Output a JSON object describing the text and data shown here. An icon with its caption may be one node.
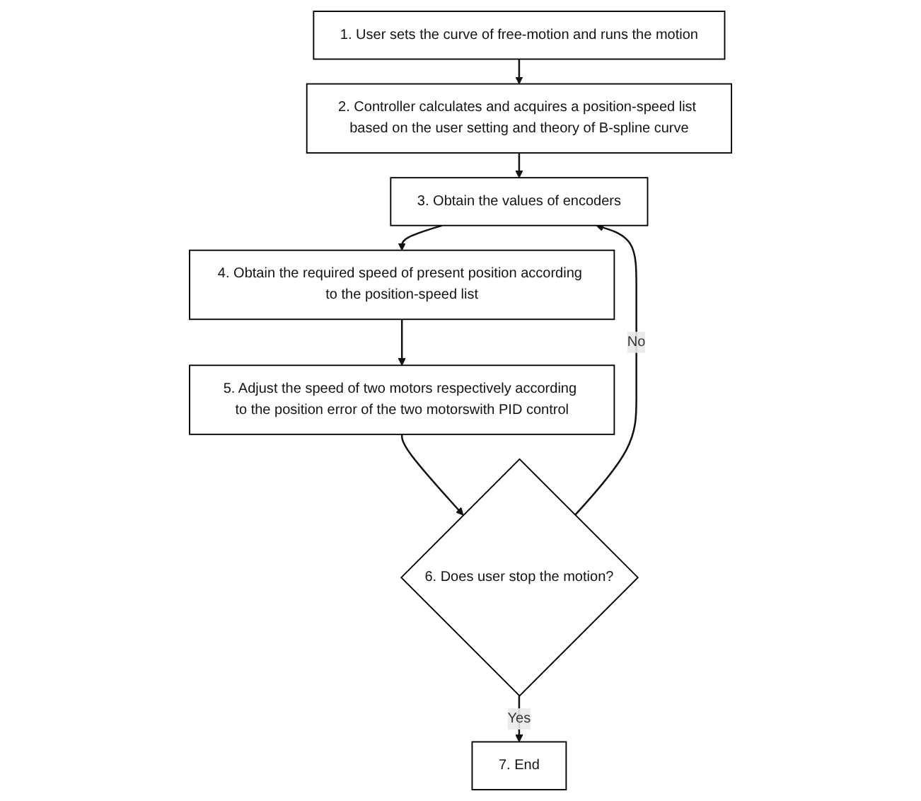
{
  "diagram": {
    "nodes": [
      {
        "text": [
          "1. User sets the curve of free-motion and runs the motion"
        ]
      },
      {
        "text": [
          "2. Controller calculates and acquires a position-speed list based on the user setting and theory of B-spline curve"
        ]
      },
      {
        "text": [
          "3. Obtain the values of encoders"
        ]
      },
      {
        "text": [
          "4. Obtain the required speed of present position according to the position-speed list"
        ]
      },
      {
        "text": [
          "5. Adjust the speed of two motors respectively according to the position error of the two motorswith PID control"
        ]
      },
      {
        "text": [
          "6. Does user stop the motion?"
        ]
      },
      {
        "text": [
          "7. End"
        ]
      }
    ],
    "edges": [
      {
        "from": 0,
        "to": 1,
        "arrow": "to"
      },
      {
        "from": 1,
        "to": 2,
        "arrow": "to"
      },
      {
        "from": 2,
        "to": 3,
        "arrow": "to"
      },
      {
        "from": 3,
        "to": 4,
        "arrow": "to"
      },
      {
        "from": 4,
        "to": 5,
        "arrow": "to"
      },
      {
        "from": 5,
        "to": 2,
        "label": "No",
        "arrow": "to"
      },
      {
        "from": 5,
        "to": 6,
        "label": "Yes",
        "arrow": "to"
      }
    ]
  }
}
